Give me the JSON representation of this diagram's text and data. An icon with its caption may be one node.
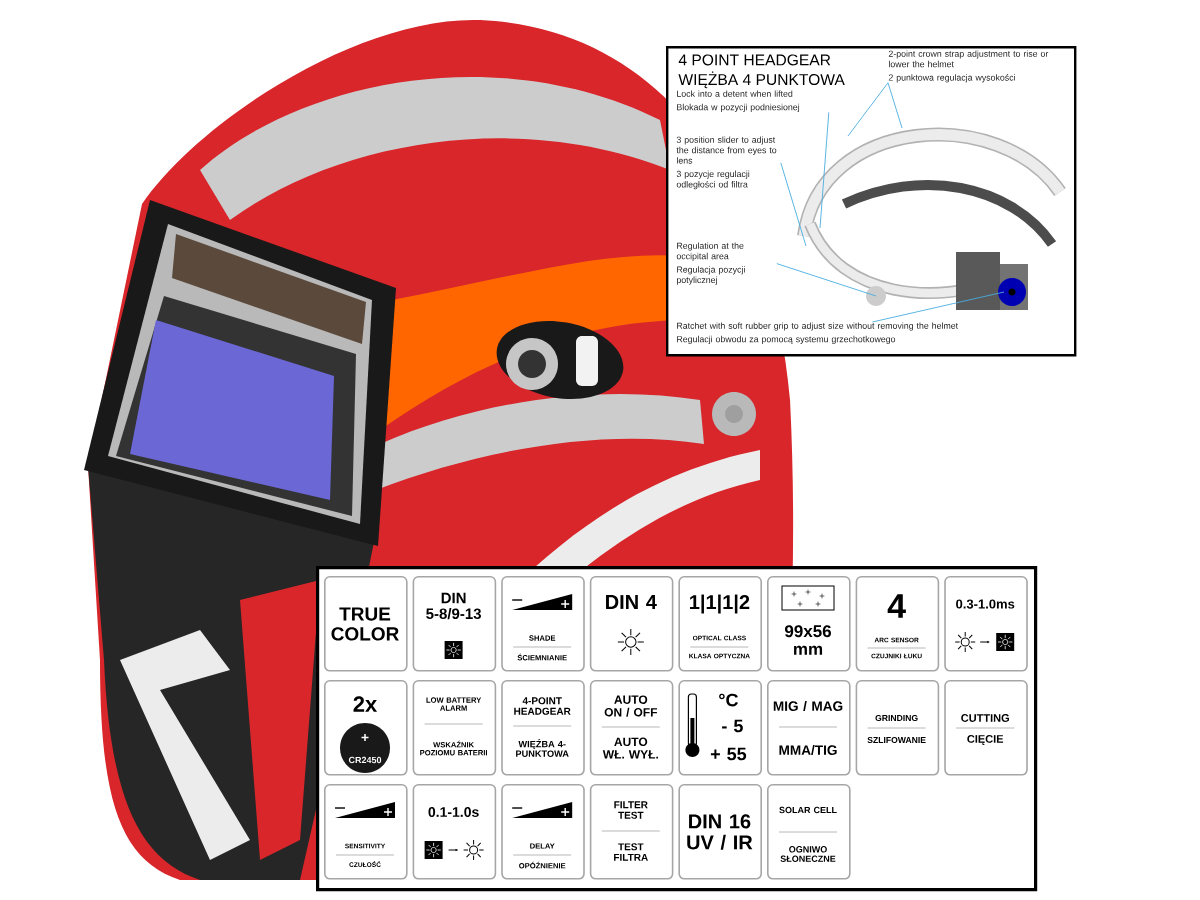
{
  "diagram": {
    "nodes": [
      {
        "text": [
          "4 POINT HEADGEAR",
          "WIĘŻBA 4 PUNKTOWA"
        ]
      },
      {
        "text": [
          "2-point crown strap adjustment to rise or lower the helmet",
          "2 punktowa regulacja wysokości"
        ],
        "in": 0
      },
      {
        "text": [
          "Lock into a detent when lifted",
          "Blokada w pozycji podniesionej"
        ],
        "in": 0
      },
      {
        "text": [
          "3 position slider to adjust the distance from eyes to lens",
          "3 pozycje regulacji odległości od filtra"
        ],
        "in": 0
      },
      {
        "text": [
          "Regulation at the occipital area",
          "Regulacja pozycji potylicznej"
        ],
        "in": 0
      },
      {
        "text": [
          "Ratchet with soft rubber grip to adjust size without removing the helmet",
          "Regulacji obwodu za pomocą systemu grzechotkowego"
        ],
        "in": 0
      },
      {
        "text": [],
        "shape": "box"
      },
      {
        "text": [
          "TRUE COLOR"
        ],
        "in": 6
      },
      {
        "text": [
          "DIN 5-8/9-13"
        ],
        "in": 6
      },
      {
        "text": [
          "SHADE",
          "ŚCIEMNIANIE"
        ],
        "in": 6
      },
      {
        "text": [
          "DIN 4"
        ],
        "in": 6
      },
      {
        "text": [
          "1|1|1|2",
          "OPTICAL CLASS",
          "KLASA OPTYCZNA"
        ],
        "in": 6
      },
      {
        "text": [
          "99x56 mm"
        ],
        "in": 6
      },
      {
        "text": [
          "4",
          "ARC SENSOR",
          "CZUJNIKI ŁUKU"
        ],
        "in": 6
      },
      {
        "text": [
          "0.3-1.0ms"
        ],
        "in": 6
      },
      {
        "text": [
          "2x",
          "+",
          "CR2450"
        ],
        "in": 6
      },
      {
        "text": [
          "LOW BATTERY ALARM",
          "WSKAŹNIK POZIOMU BATERII"
        ],
        "in": 6
      },
      {
        "text": [
          "4-POINT HEADGEAR",
          "WIĘŹBA 4-PUNKTOWA"
        ],
        "in": 6
      },
      {
        "text": [
          "AUTO ON / OFF",
          "AUTO WŁ. WYŁ."
        ],
        "in": 6
      },
      {
        "text": [
          "°C",
          "- 5",
          "+ 55"
        ],
        "in": 6
      },
      {
        "text": [
          "MIG / MAG",
          "MMA/TIG"
        ],
        "in": 6
      },
      {
        "text": [
          "GRINDING",
          "SZLIFOWANIE"
        ],
        "in": 6
      },
      {
        "text": [
          "CUTTING",
          "CIĘCIE"
        ],
        "in": 6
      },
      {
        "text": [
          "SENSITIVITY",
          "CZUŁOŚĆ"
        ],
        "in": 6
      },
      {
        "text": [
          "0.1-1.0s"
        ],
        "in": 6
      },
      {
        "text": [
          "DELAY",
          "OPÓŹNIENIE"
        ],
        "in": 6
      },
      {
        "text": [
          "FILTER TEST",
          "TEST FILTRA"
        ],
        "in": 6
      },
      {
        "text": [
          "DIN 16 UV / IR"
        ],
        "in": 6
      },
      {
        "text": [
          "SOLAR CELL",
          "OGNIWO SŁONECZNE"
        ],
        "in": 6
      },
      {
        "text": [],
        "shape": "picture",
        "in": 0
      }
    ],
    "edges": [
      {
        "from": 1,
        "to": 29,
        "arrow": "none"
      },
      {
        "from": 1,
        "to": 29,
        "arrow": "none"
      },
      {
        "from": 2,
        "to": 29,
        "arrow": "none"
      },
      {
        "from": 3,
        "to": 29,
        "arrow": "none"
      },
      {
        "from": 4,
        "to": 29,
        "arrow": "none"
      },
      {
        "from": 5,
        "to": 29,
        "arrow": "none"
      }
    ]
  }
}
